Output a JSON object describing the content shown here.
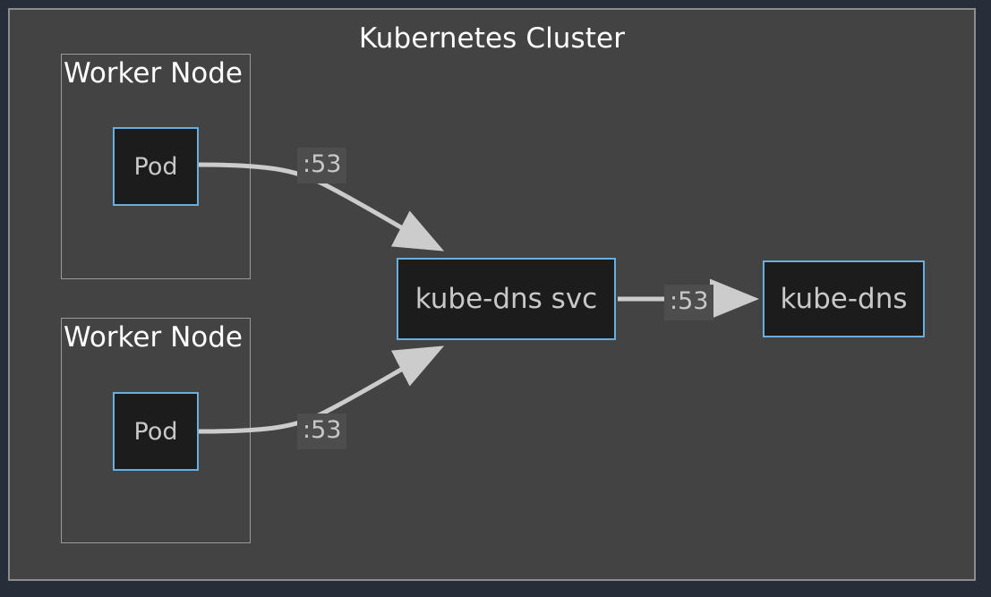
{
  "diagram": {
    "type": "kubernetes-dns-flow",
    "background_color": "#282d3a",
    "cluster": {
      "title": "Kubernetes Cluster",
      "fill": "#434343",
      "border": "#8c8c8c"
    },
    "nodes": [
      {
        "id": "worker1",
        "label": "Worker Node",
        "kind": "subgraph"
      },
      {
        "id": "worker2",
        "label": "Worker Node",
        "kind": "subgraph"
      },
      {
        "id": "pod1",
        "label": "Pod",
        "kind": "box",
        "parent": "worker1"
      },
      {
        "id": "pod2",
        "label": "Pod",
        "kind": "box",
        "parent": "worker2"
      },
      {
        "id": "svc",
        "label": "kube-dns svc",
        "kind": "box"
      },
      {
        "id": "dns",
        "label": "kube-dns",
        "kind": "box"
      }
    ],
    "edges": [
      {
        "from": "pod1",
        "to": "svc",
        "label": ":53"
      },
      {
        "from": "pod2",
        "to": "svc",
        "label": ":53"
      },
      {
        "from": "svc",
        "to": "dns",
        "label": ":53"
      }
    ],
    "colors": {
      "node_fill": "#1c1c1c",
      "node_border": "#6aaee0",
      "node_text": "#c8c8c8",
      "edge_stroke": "#cccccc",
      "label_bg": "#4d4d4d",
      "subgraph_border": "#9a9a9a",
      "title_text": "#ffffff"
    }
  }
}
